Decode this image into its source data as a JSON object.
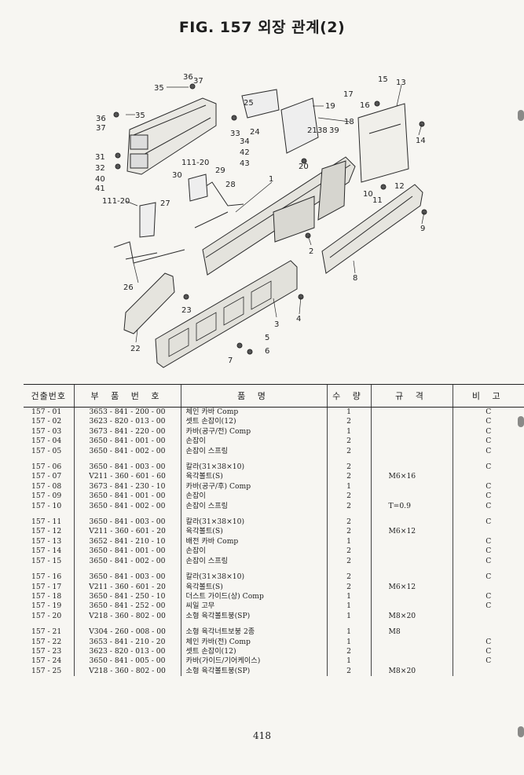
{
  "title": "FIG. 157 외장 관계(2)",
  "diagram": {
    "callouts": [
      "1",
      "2",
      "3",
      "4",
      "5",
      "6",
      "7",
      "8",
      "9",
      "10",
      "11",
      "12",
      "13",
      "14",
      "15",
      "16",
      "17",
      "18",
      "19",
      "20",
      "21",
      "22",
      "23",
      "24",
      "25",
      "26",
      "27",
      "28",
      "29",
      "30",
      "31",
      "32",
      "33",
      "34",
      "35",
      "35",
      "36",
      "36",
      "37",
      "37",
      "38",
      "39",
      "40",
      "41",
      "42",
      "43",
      "111-20",
      "111-20"
    ]
  },
  "table": {
    "headers": {
      "ref": "건출번호",
      "part_no": "부 품 번 호",
      "name": "품 명",
      "qty": "수 량",
      "spec": "규 격",
      "remark": "비 고"
    },
    "groups": [
      [
        {
          "ref": "157 - 01",
          "part_no": "3653 - 841 - 200 - 00",
          "name": "체인 카바 Comp",
          "qty": "1",
          "spec": "",
          "remark": "C"
        },
        {
          "ref": "157 - 02",
          "part_no": "3623 - 820 - 013 - 00",
          "name": "셋트 손잡이(12)",
          "qty": "2",
          "spec": "",
          "remark": "C"
        },
        {
          "ref": "157 - 03",
          "part_no": "3673 - 841 - 220 - 00",
          "name": "카바(공구/전) Comp",
          "qty": "1",
          "spec": "",
          "remark": "C"
        },
        {
          "ref": "157 - 04",
          "part_no": "3650 - 841 - 001 - 00",
          "name": "손잡이",
          "qty": "2",
          "spec": "",
          "remark": "C"
        },
        {
          "ref": "157 - 05",
          "part_no": "3650 - 841 - 002 - 00",
          "name": "손잡이 스프링",
          "qty": "2",
          "spec": "",
          "remark": "C"
        }
      ],
      [
        {
          "ref": "157 - 06",
          "part_no": "3650 - 841 - 003 - 00",
          "name": "칼라(31×38×10)",
          "qty": "2",
          "spec": "",
          "remark": "C"
        },
        {
          "ref": "157 - 07",
          "part_no": "V211 - 360 - 601 - 60",
          "name": "육각볼트(S)",
          "qty": "2",
          "spec": "M6×16",
          "remark": ""
        },
        {
          "ref": "157 - 08",
          "part_no": "3673 - 841 - 230 - 10",
          "name": "카바(공구/후) Comp",
          "qty": "1",
          "spec": "",
          "remark": "C"
        },
        {
          "ref": "157 - 09",
          "part_no": "3650 - 841 - 001 - 00",
          "name": "손잡이",
          "qty": "2",
          "spec": "",
          "remark": "C"
        },
        {
          "ref": "157 - 10",
          "part_no": "3650 - 841 - 002 - 00",
          "name": "손잡이 스프링",
          "qty": "2",
          "spec": "T=0.9",
          "remark": "C"
        }
      ],
      [
        {
          "ref": "157 - 11",
          "part_no": "3650 - 841 - 003 - 00",
          "name": "칼라(31×38×10)",
          "qty": "2",
          "spec": "",
          "remark": "C"
        },
        {
          "ref": "157 - 12",
          "part_no": "V211 - 360 - 601 - 20",
          "name": "육각볼트(S)",
          "qty": "2",
          "spec": "M6×12",
          "remark": ""
        },
        {
          "ref": "157 - 13",
          "part_no": "3652 - 841 - 210 - 10",
          "name": "배전 카바 Comp",
          "qty": "1",
          "spec": "",
          "remark": "C"
        },
        {
          "ref": "157 - 14",
          "part_no": "3650 - 841 - 001 - 00",
          "name": "손잡이",
          "qty": "2",
          "spec": "",
          "remark": "C"
        },
        {
          "ref": "157 - 15",
          "part_no": "3650 - 841 - 002 - 00",
          "name": "손잡이 스프링",
          "qty": "2",
          "spec": "",
          "remark": "C"
        }
      ],
      [
        {
          "ref": "157 - 16",
          "part_no": "3650 - 841 - 003 - 00",
          "name": "칼라(31×38×10)",
          "qty": "2",
          "spec": "",
          "remark": "C"
        },
        {
          "ref": "157 - 17",
          "part_no": "V211 - 360 - 601 - 20",
          "name": "육각볼트(S)",
          "qty": "2",
          "spec": "M6×12",
          "remark": ""
        },
        {
          "ref": "157 - 18",
          "part_no": "3650 - 841 - 250 - 10",
          "name": "더스트 가이드(상) Comp",
          "qty": "1",
          "spec": "",
          "remark": "C"
        },
        {
          "ref": "157 - 19",
          "part_no": "3650 - 841 - 252 - 00",
          "name": "씨일 고무",
          "qty": "1",
          "spec": "",
          "remark": "C"
        },
        {
          "ref": "157 - 20",
          "part_no": "V218 - 360 - 802 - 00",
          "name": "소형 육각볼트붕(SP)",
          "qty": "1",
          "spec": "M8×20",
          "remark": ""
        }
      ],
      [
        {
          "ref": "157 - 21",
          "part_no": "V304 - 260 - 008 - 00",
          "name": "소형 육각너트보붕 2종",
          "qty": "1",
          "spec": "M8",
          "remark": ""
        },
        {
          "ref": "157 - 22",
          "part_no": "3653 - 841 - 210 - 20",
          "name": "체인 카바(전) Comp",
          "qty": "1",
          "spec": "",
          "remark": "C"
        },
        {
          "ref": "157 - 23",
          "part_no": "3623 - 820 - 013 - 00",
          "name": "셋트 손잡이(12)",
          "qty": "2",
          "spec": "",
          "remark": "C"
        },
        {
          "ref": "157 - 24",
          "part_no": "3650 - 841 - 005 - 00",
          "name": "카바(가이드/기어케이스)",
          "qty": "1",
          "spec": "",
          "remark": "C"
        },
        {
          "ref": "157 - 25",
          "part_no": "V218 - 360 - 802 - 00",
          "name": "소형 육각볼트붕(SP)",
          "qty": "2",
          "spec": "M8×20",
          "remark": ""
        }
      ]
    ]
  },
  "page_number": "418"
}
